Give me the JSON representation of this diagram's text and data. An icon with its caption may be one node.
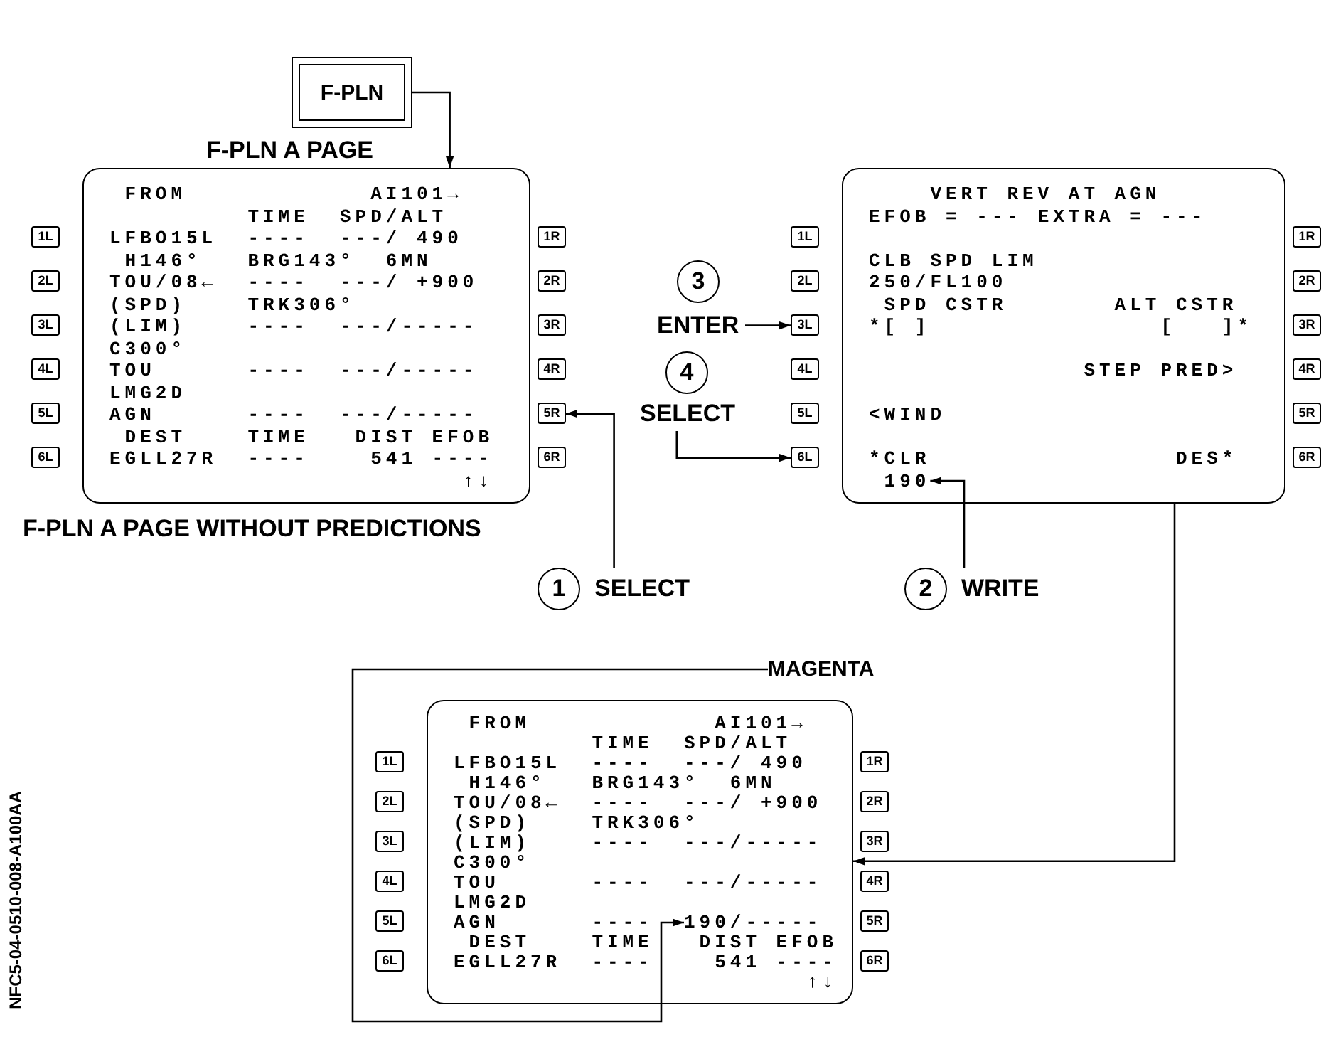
{
  "diagram": {
    "nodes": [
      {
        "text": [
          "F-PLN"
        ]
      },
      {
        "text": [
          "F-PLN A PAGE",
          "FROM",
          "AI101→",
          "TIME",
          "SPD/ALT",
          "LFBO15L",
          "----",
          "---/ 490",
          "H146°",
          "BRG143°",
          "6MN",
          "TOU/08←",
          "----",
          "---/ +900",
          "(SPD)",
          "TRK306°",
          "(LIM)",
          "----",
          "---/-----",
          "C300°",
          "TOU",
          "----",
          "---/-----",
          "LMG2D",
          "AGN",
          "----",
          "---/-----",
          "DEST",
          "TIME",
          "DIST",
          "EFOB",
          "EGLL27R",
          "----",
          "541",
          "----",
          "↑↓"
        ],
        "beside": [
          "F-PLN A PAGE WITHOUT PREDICTIONS"
        ]
      },
      {
        "text": [
          "1L"
        ]
      },
      {
        "text": [
          "2L"
        ]
      },
      {
        "text": [
          "3L"
        ]
      },
      {
        "text": [
          "4L"
        ]
      },
      {
        "text": [
          "5L"
        ]
      },
      {
        "text": [
          "6L"
        ]
      },
      {
        "text": [
          "1R"
        ]
      },
      {
        "text": [
          "2R"
        ]
      },
      {
        "text": [
          "3R"
        ]
      },
      {
        "text": [
          "4R"
        ]
      },
      {
        "text": [
          "5R"
        ]
      },
      {
        "text": [
          "6R"
        ]
      },
      {
        "text": [
          "VERT REV AT AGN",
          "EFOB = --- EXTRA = ---",
          "CLB SPD LIM",
          "250/FL100",
          "SPD CSTR",
          "ALT CSTR",
          "*[ ]",
          "[   ]*",
          "STEP PRED>",
          "<WIND",
          "*CLR",
          "DES*"
        ]
      },
      {
        "text": [
          "190"
        ],
        "in": 14
      },
      {
        "text": [
          "1L"
        ]
      },
      {
        "text": [
          "2L"
        ]
      },
      {
        "text": [
          "3L"
        ]
      },
      {
        "text": [
          "4L"
        ]
      },
      {
        "text": [
          "5L"
        ]
      },
      {
        "text": [
          "6L"
        ]
      },
      {
        "text": [
          "1R"
        ]
      },
      {
        "text": [
          "2R"
        ]
      },
      {
        "text": [
          "3R"
        ]
      },
      {
        "text": [
          "4R"
        ]
      },
      {
        "text": [
          "5R"
        ]
      },
      {
        "text": [
          "6R"
        ]
      },
      {
        "text": [
          "3"
        ],
        "beside": [
          "ENTER"
        ]
      },
      {
        "text": [
          "4"
        ],
        "beside": [
          "SELECT"
        ]
      },
      {
        "text": [
          "1"
        ],
        "beside": [
          "SELECT"
        ]
      },
      {
        "text": [
          "2"
        ],
        "beside": [
          "WRITE"
        ]
      },
      {
        "text": [
          "MAGENTA"
        ]
      },
      {
        "text": [
          "FROM",
          "AI101→",
          "TIME",
          "SPD/ALT",
          "LFBO15L",
          "----",
          "---/ 490",
          "H146°",
          "BRG143°",
          "6MN",
          "TOU/08←",
          "----",
          "---/ +900",
          "(SPD)",
          "TRK306°",
          "(LIM)",
          "----",
          "---/-----",
          "C300°",
          "TOU",
          "----",
          "---/-----",
          "LMG2D",
          "AGN",
          "----",
          "DEST",
          "TIME",
          "DIST",
          "EFOB",
          "EGLL27R",
          "----",
          "541",
          "----",
          "↑↓"
        ]
      },
      {
        "text": [
          "190/-----"
        ],
        "in": 33
      },
      {
        "text": [
          "1L"
        ]
      },
      {
        "text": [
          "2L"
        ]
      },
      {
        "text": [
          "3L"
        ]
      },
      {
        "text": [
          "4L"
        ]
      },
      {
        "text": [
          "5L"
        ]
      },
      {
        "text": [
          "6L"
        ]
      },
      {
        "text": [
          "1R"
        ]
      },
      {
        "text": [
          "2R"
        ]
      },
      {
        "text": [
          "3R"
        ]
      },
      {
        "text": [
          "4R"
        ]
      },
      {
        "text": [
          "5R"
        ]
      },
      {
        "text": [
          "6R"
        ]
      }
    ],
    "edges": [
      {
        "from": 0,
        "to": 1,
        "arrow": "to"
      },
      {
        "from": 30,
        "to": 12,
        "arrow": "to"
      },
      {
        "from": 28,
        "to": 18,
        "arrow": "to"
      },
      {
        "from": 29,
        "to": 21,
        "arrow": "to"
      },
      {
        "from": 31,
        "to": 15,
        "arrow": "to"
      },
      {
        "from": 14,
        "to": 33,
        "arrow": "to"
      },
      {
        "from": 32,
        "to": 34,
        "arrow": "to"
      }
    ],
    "labels": [
      "NFC5-04-0510-008-A100AA"
    ]
  }
}
